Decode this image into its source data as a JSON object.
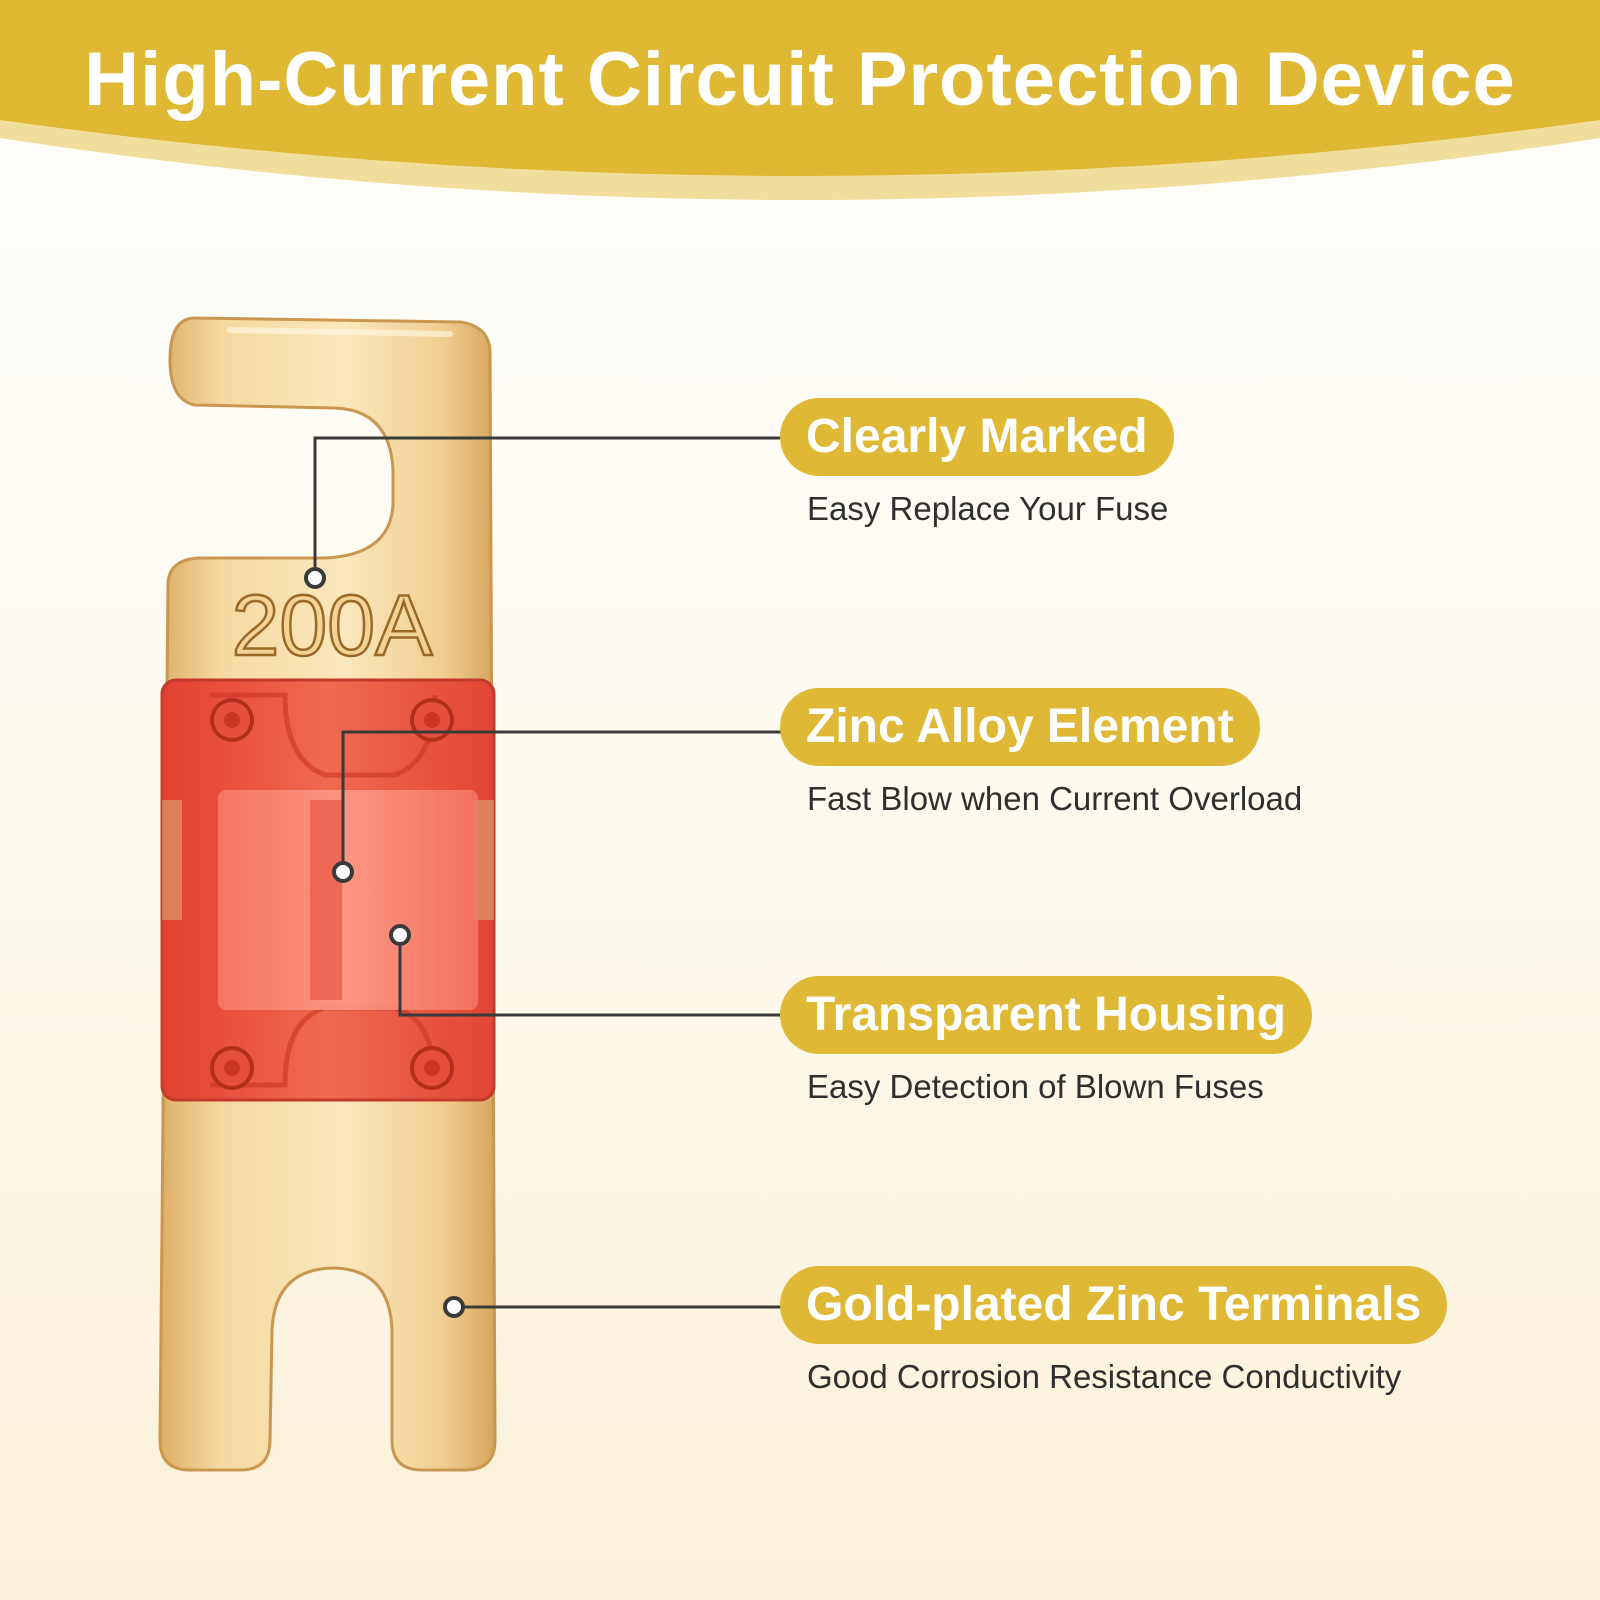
{
  "header": {
    "title": "High-Current Circuit Protection Device"
  },
  "product": {
    "rating_marking": "200A"
  },
  "features": [
    {
      "title": "Clearly Marked",
      "subtitle": "Easy Replace Your Fuse"
    },
    {
      "title": "Zinc Alloy Element",
      "subtitle": "Fast Blow when Current Overload"
    },
    {
      "title": "Transparent Housing",
      "subtitle": "Easy Detection of Blown Fuses"
    },
    {
      "title": "Gold-plated Zinc Terminals",
      "subtitle": "Good Corrosion Resistance Conductivity"
    }
  ],
  "colors": {
    "banner": "#e0b934",
    "banner_glow": "#f1dc96",
    "pill": "#dfb935",
    "gold_terminal": "#eac07d",
    "red_housing": "#e94a3a",
    "text_dark": "#2f2f2f",
    "leader_line": "#3a3a3a"
  }
}
